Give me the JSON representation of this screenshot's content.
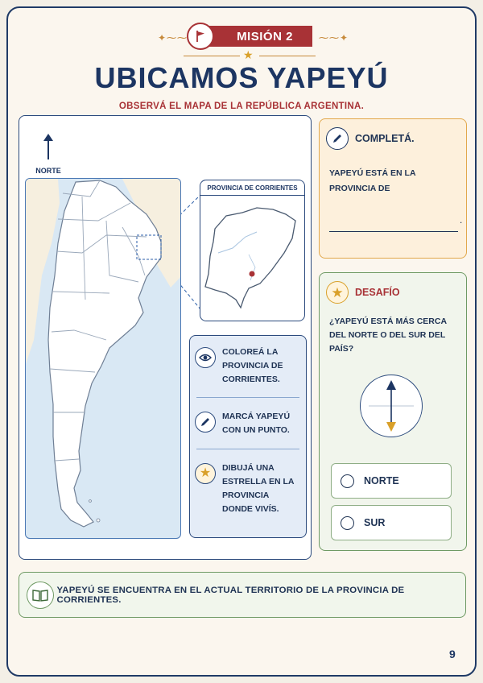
{
  "header": {
    "mission_label": "MISIÓN 2",
    "title": "UBICAMOS YAPEYÚ",
    "subtitle": "OBSERVÁ EL MAPA DE LA REPÚBLICA ARGENTINA."
  },
  "map": {
    "north_label": "NORTE",
    "inset_title": "PROVINCIA DE CORRIENTES",
    "instructions": [
      {
        "icon": "eye-icon",
        "text": "COLOREÁ LA PROVINCIA DE CORRIENTES."
      },
      {
        "icon": "pencil-icon",
        "text": "MARCÁ YAPEYÚ CON UN PUNTO."
      },
      {
        "icon": "star-icon",
        "text": "DIBUJÁ UNA ESTRELLA EN LA PROVINCIA DONDE VIVÍS."
      }
    ]
  },
  "complete_card": {
    "title": "COMPLETÁ.",
    "text": "YAPEYÚ ESTÁ EN LA PROVINCIA DE",
    "dot": "."
  },
  "challenge_card": {
    "title": "DESAFÍO",
    "question": "¿YAPEYÚ ESTÁ MÁS CERCA DEL NORTE O DEL SUR DEL PAÍS?",
    "options": [
      "NORTE",
      "SUR"
    ]
  },
  "footer": {
    "text": "YAPEYÚ SE ENCUENTRA EN EL ACTUAL TERRITORIO DE LA PROVINCIA DE CORRIENTES."
  },
  "page_number": "9",
  "colors": {
    "navy": "#1c3562",
    "red": "#a83236",
    "orange": "#e2a84b",
    "green": "#6f9a64",
    "gold": "#d9a02a",
    "water": "#d9e8f4"
  }
}
